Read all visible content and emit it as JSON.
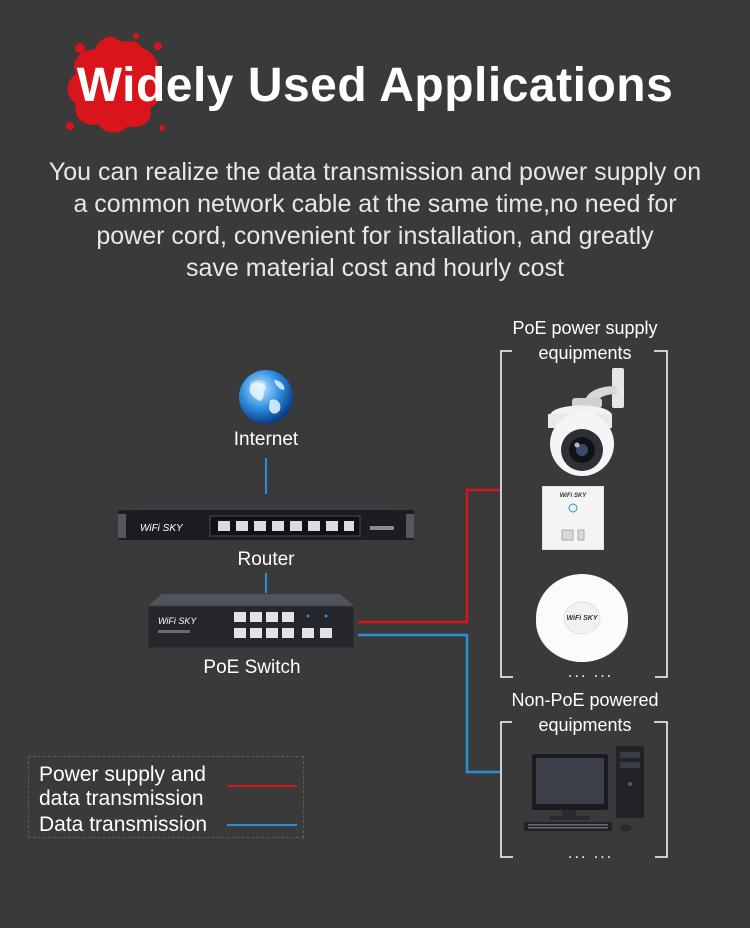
{
  "header": {
    "title": "Widely Used Applications",
    "subtitle_lines": [
      "You can realize the data transmission and power supply on",
      "a common network cable at the same time,no need for",
      "power cord, convenient for installation, and greatly",
      "save material cost and hourly cost"
    ]
  },
  "nodes": {
    "internet": "Internet",
    "router": "Router",
    "switch": "PoE Switch"
  },
  "groups": {
    "poe": {
      "title_line1": "PoE power supply",
      "title_line2": "equipments",
      "more": "... ..."
    },
    "non_poe": {
      "title_line1": "Non-PoE powered",
      "title_line2": "equipments",
      "more": "... ..."
    }
  },
  "brand": {
    "router": "WiFi SKY",
    "switch": "WiFi SKY",
    "panel_ap": "WiFi SKY",
    "ceiling_ap": "WiFi SKY"
  },
  "legend": {
    "power_line1": "Power supply and",
    "power_line2": "data transmission",
    "data": "Data transmission"
  },
  "colors": {
    "background": "#3a3a3a",
    "red_line": "#d9141b",
    "blue_line": "#2a8fd6",
    "connector": "#2a8fd6"
  },
  "icons": [
    "globe-icon",
    "router-icon",
    "poe-switch-icon",
    "ptz-camera-icon",
    "panel-ap-icon",
    "ceiling-ap-icon",
    "desktop-computer-icon"
  ]
}
